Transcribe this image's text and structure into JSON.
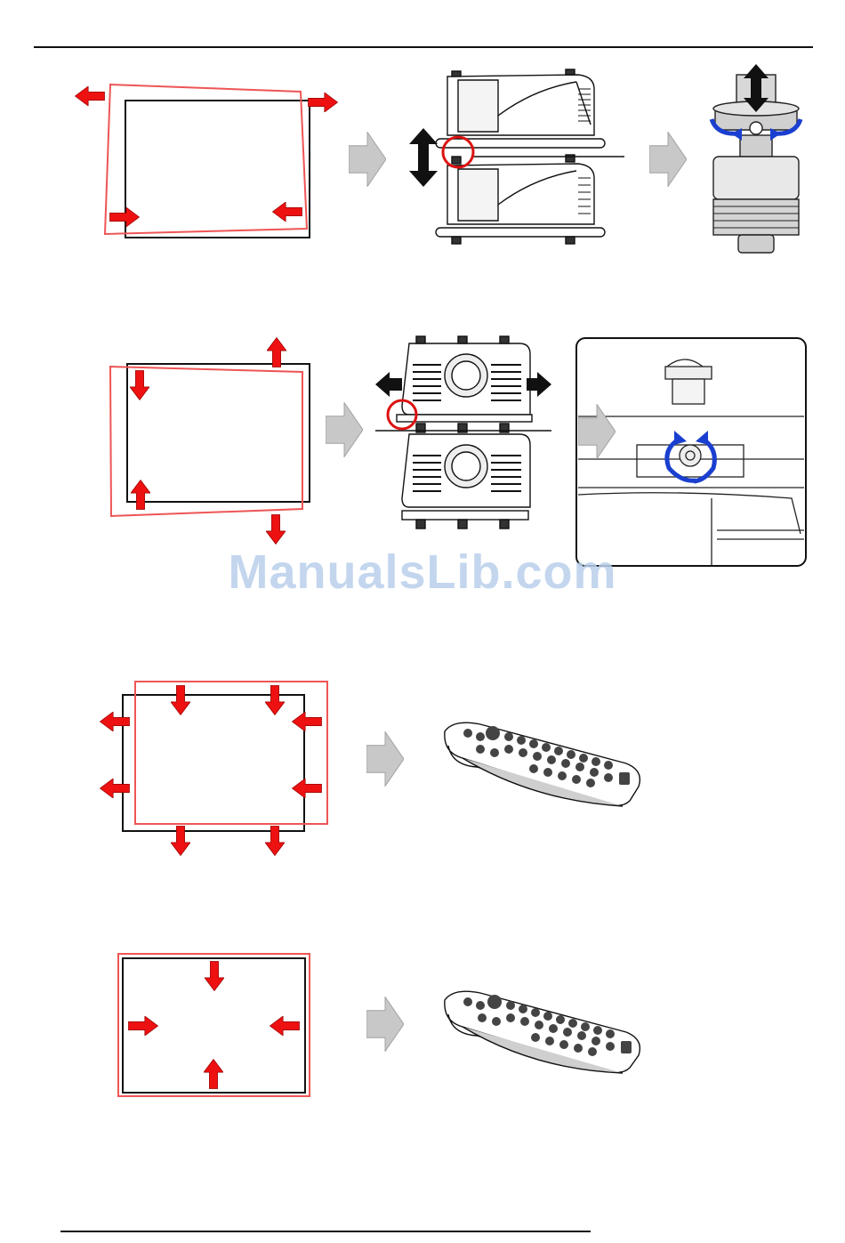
{
  "page": {
    "watermark": "ManualsLib.com"
  },
  "colors": {
    "arrow_red": "#ee1111",
    "frame_red": "#ee4444",
    "process_arrow_gray": "#c8c8c8",
    "rotation_blue": "#1a3fd0",
    "line_black": "#111111"
  },
  "icons": [
    "red-arrow-icon",
    "gray-process-arrow-icon",
    "black-double-arrow-icon",
    "blue-rotate-arrow-icon",
    "red-highlight-circle-icon",
    "projector-illustration",
    "adjustment-foot-illustration",
    "remote-control-illustration"
  ],
  "steps": [
    {
      "id": "keystone-rotation"
    },
    {
      "id": "horizontal-shift"
    },
    {
      "id": "shift-remote"
    },
    {
      "id": "zoom-remote"
    }
  ]
}
